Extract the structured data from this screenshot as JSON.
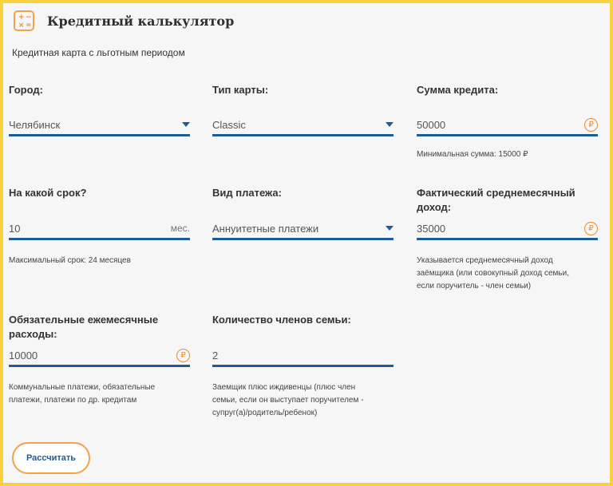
{
  "header": {
    "title": "Кредитный калькулятор",
    "icon": "calculator-icon"
  },
  "subtitle": "Кредитная карта с льготным периодом",
  "fields": {
    "city": {
      "label": "Город:",
      "value": "Челябинск",
      "icon": "chevron-down-icon"
    },
    "card_type": {
      "label": "Тип карты:",
      "value": "Classic",
      "icon": "chevron-down-icon"
    },
    "loan_amount": {
      "label": "Сумма кредита:",
      "value": "50000",
      "currency": "₽",
      "hint": "Минимальная сумма: 15000 ₽"
    },
    "term": {
      "label": "На какой срок?",
      "value": "10",
      "unit": "мес.",
      "hint": "Максимальный срок: 24 месяцев"
    },
    "payment_type": {
      "label": "Вид платежа:",
      "value": "Аннуитетные платежи",
      "icon": "chevron-down-icon"
    },
    "income": {
      "label_line1": "Фактический среднемесячный",
      "label_line2": "доход:",
      "value": "35000",
      "currency": "₽",
      "hint_line1": "Указывается среднемесячный доход",
      "hint_line2": "заёмщика (или совокупный доход семьи,",
      "hint_line3": "если поручитель - член семьи)"
    },
    "expenses": {
      "label_line1": "Обязательные ежемесячные",
      "label_line2": "расходы:",
      "value": "10000",
      "currency": "₽",
      "hint_line1": "Коммунальные платежи, обязательные",
      "hint_line2": "платежи, платежи по др. кредитам"
    },
    "family": {
      "label": "Количество членов семьи:",
      "value": "2",
      "hint_line1": "Заемщик плюс иждивенцы (плюс член",
      "hint_line2": "семьи, если он выступает поручителем -",
      "hint_line3": "супруг(а)/родитель/ребенок)"
    }
  },
  "button": {
    "label": "Рассчитать"
  },
  "colors": {
    "accent": "#f08a24",
    "primary": "#1e5b99",
    "frame": "#f7d23e"
  }
}
